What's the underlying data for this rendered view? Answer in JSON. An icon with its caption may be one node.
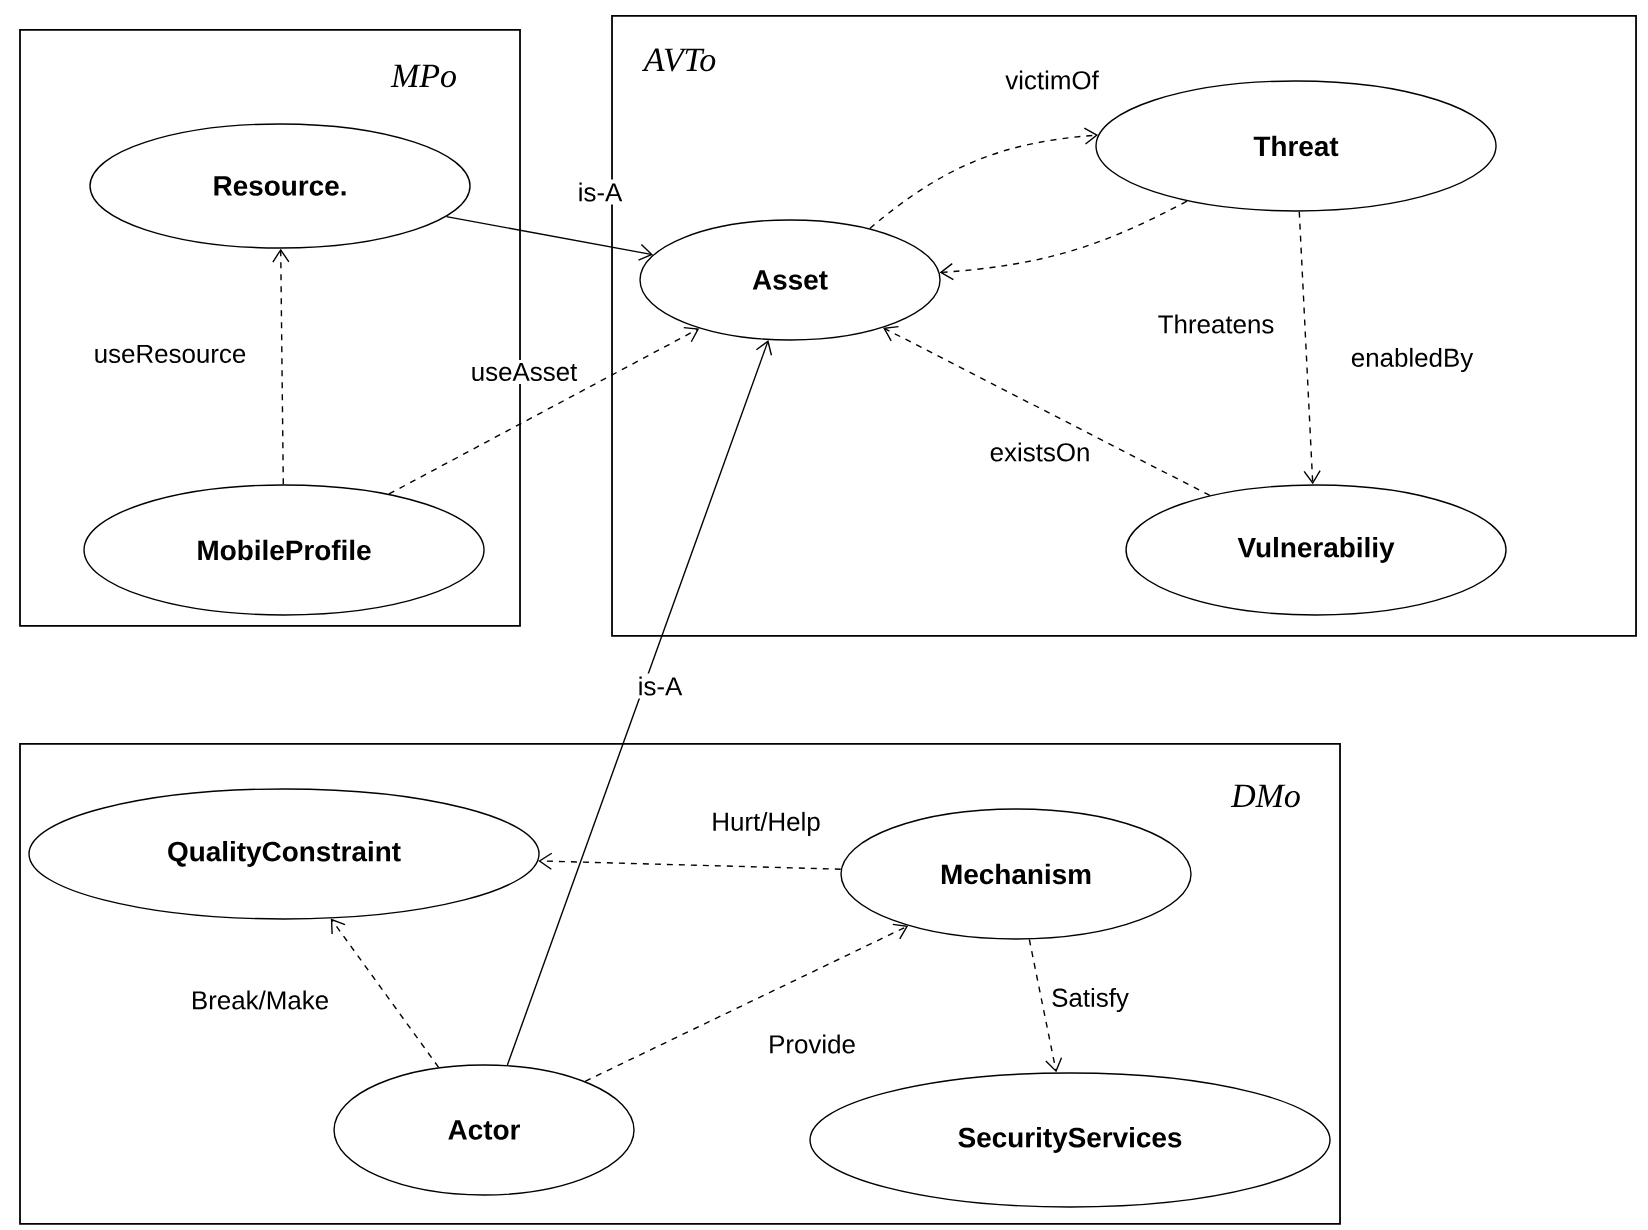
{
  "diagram": {
    "nodes": [
      {
        "text": [
          "MPo"
        ]
      },
      {
        "text": [
          "Resource."
        ],
        "in": 0
      },
      {
        "text": [
          "MobileProfile"
        ],
        "in": 0
      },
      {
        "text": [
          "AVTo"
        ]
      },
      {
        "text": [
          "Asset"
        ],
        "in": 3
      },
      {
        "text": [
          "Threat"
        ],
        "in": 3
      },
      {
        "text": [
          "Vulnerabiliy"
        ],
        "in": 3
      },
      {
        "text": [
          "DMo"
        ]
      },
      {
        "text": [
          "QualityConstraint"
        ],
        "in": 7
      },
      {
        "text": [
          "Mechanism"
        ],
        "in": 7
      },
      {
        "text": [
          "Actor"
        ],
        "in": 7
      },
      {
        "text": [
          "SecurityServices"
        ],
        "in": 7
      }
    ],
    "edges": [
      {
        "from": 1,
        "to": 4,
        "arrow": "to",
        "label": "is-A"
      },
      {
        "from": 2,
        "to": 1,
        "arrow": "to",
        "label": "useResource",
        "style": "dashed"
      },
      {
        "from": 2,
        "to": 4,
        "arrow": "to",
        "label": "useAsset",
        "style": "dashed"
      },
      {
        "from": 4,
        "to": 5,
        "arrow": "to",
        "label": "victimOf",
        "style": "dashed"
      },
      {
        "from": 5,
        "to": 4,
        "arrow": "to",
        "label": "Threatens",
        "style": "dashed"
      },
      {
        "from": 5,
        "to": 6,
        "arrow": "to",
        "label": "enabledBy",
        "style": "dashed"
      },
      {
        "from": 6,
        "to": 4,
        "arrow": "to",
        "label": "existsOn",
        "style": "dashed"
      },
      {
        "from": 10,
        "to": 4,
        "arrow": "to",
        "label": "is-A"
      },
      {
        "from": 9,
        "to": 8,
        "arrow": "to",
        "label": "Hurt/Help",
        "style": "dashed"
      },
      {
        "from": 10,
        "to": 8,
        "arrow": "to",
        "label": "Break/Make",
        "style": "dashed"
      },
      {
        "from": 10,
        "to": 9,
        "arrow": "to",
        "label": "Provide",
        "style": "dashed"
      },
      {
        "from": 9,
        "to": 11,
        "arrow": "to",
        "label": "Satisfy",
        "style": "dashed"
      }
    ]
  }
}
